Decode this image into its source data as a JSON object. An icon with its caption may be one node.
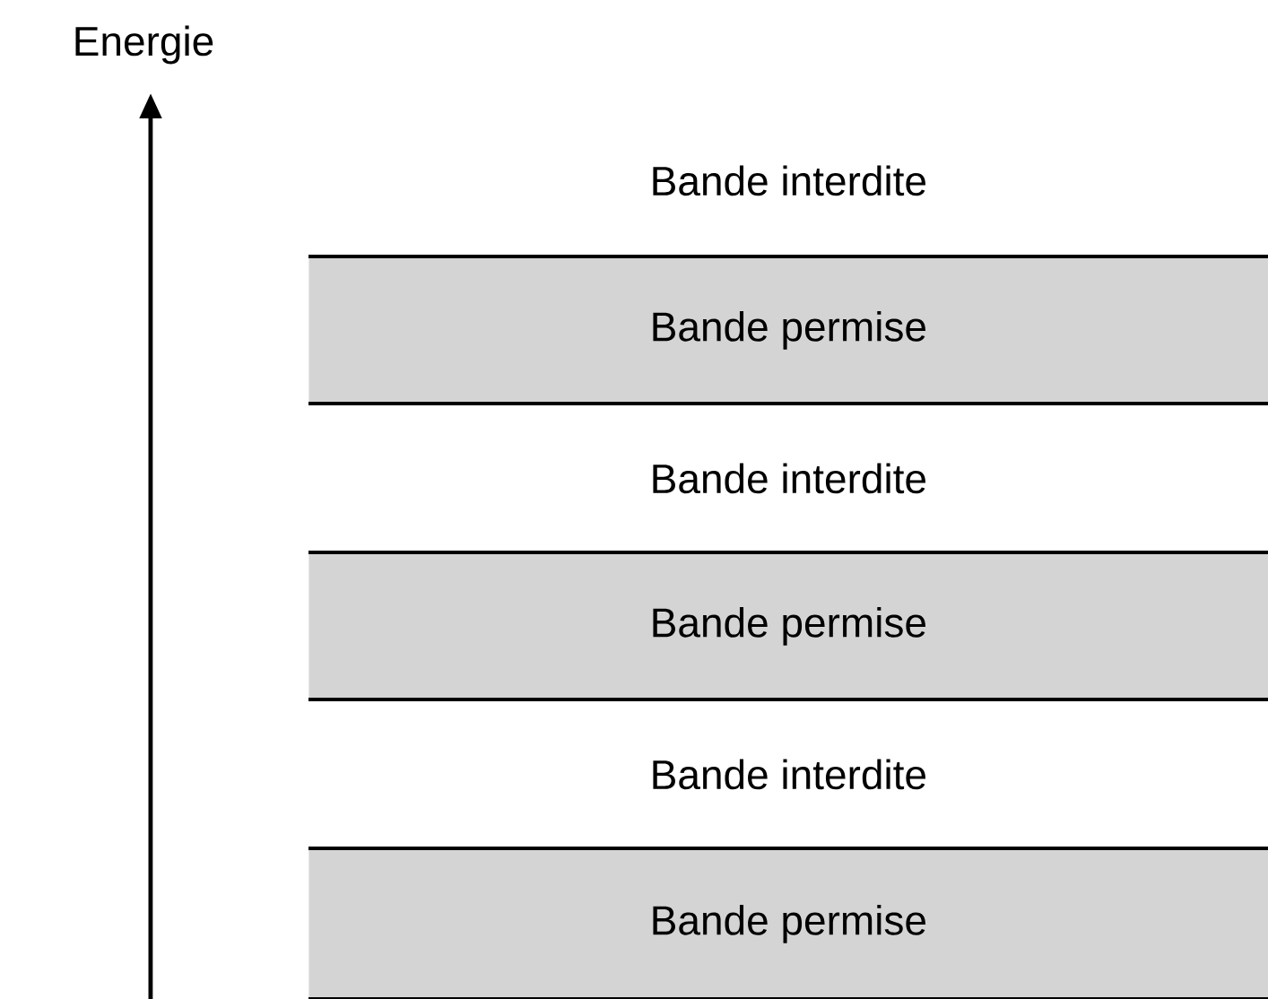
{
  "diagram": {
    "nodes": [
      {
        "text": [
          "Bande interdite"
        ]
      },
      {
        "text": [
          "Bande permise"
        ]
      },
      {
        "text": [
          "Bande interdite"
        ]
      },
      {
        "text": [
          "Bande permise"
        ]
      },
      {
        "text": [
          "Bande interdite"
        ]
      },
      {
        "text": [
          "Bande permise"
        ]
      }
    ],
    "labels": [
      "Energie"
    ]
  }
}
